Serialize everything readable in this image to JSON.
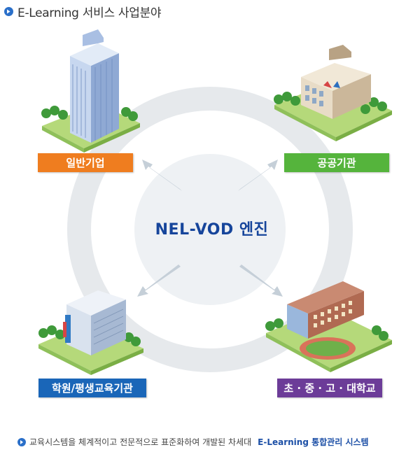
{
  "header": {
    "title": "E-Learning 서비스 사업분야"
  },
  "center": {
    "label": "NEL-VOD 엔진"
  },
  "sectors": [
    {
      "label": "일반기업",
      "color": "#ef7d1f"
    },
    {
      "label": "공공기관",
      "color": "#55b43c"
    },
    {
      "label": "학원/평생교육기관",
      "color": "#1a66b8"
    },
    {
      "label": "초 · 중 · 고 · 대학교",
      "color": "#6c3c98"
    }
  ],
  "footer": {
    "text": "교육시스템을 체계적이고 전문적으로 표준화하여 개발된 차세대",
    "highlight": "E-Learning 통합관리 시스템"
  },
  "colors": {
    "ring": "#e6e9ec",
    "center_circle": "#eef1f4",
    "arrow": "#c5cfd8",
    "accent": "#2a6fc9"
  },
  "icons": {
    "title_bullet": "arrow-right-circle-icon",
    "footer_bullet": "arrow-right-circle-icon"
  }
}
